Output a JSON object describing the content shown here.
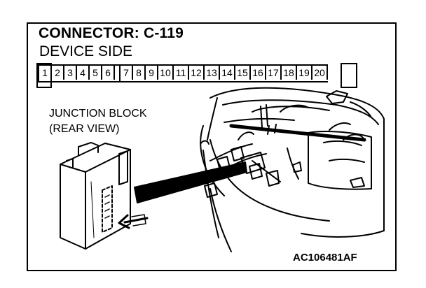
{
  "header": {
    "title": "CONNECTOR: C-119",
    "subtitle": "DEVICE SIDE"
  },
  "connector": {
    "pins": [
      "1",
      "2",
      "3",
      "4",
      "5",
      "6",
      "7",
      "8",
      "9",
      "10",
      "11",
      "12",
      "13",
      "14",
      "15",
      "16",
      "17",
      "18",
      "19",
      "20"
    ]
  },
  "junction_block": {
    "label_line1": "JUNCTION BLOCK",
    "label_line2": "(REAR VIEW)"
  },
  "figure_code": "AC106481AF"
}
